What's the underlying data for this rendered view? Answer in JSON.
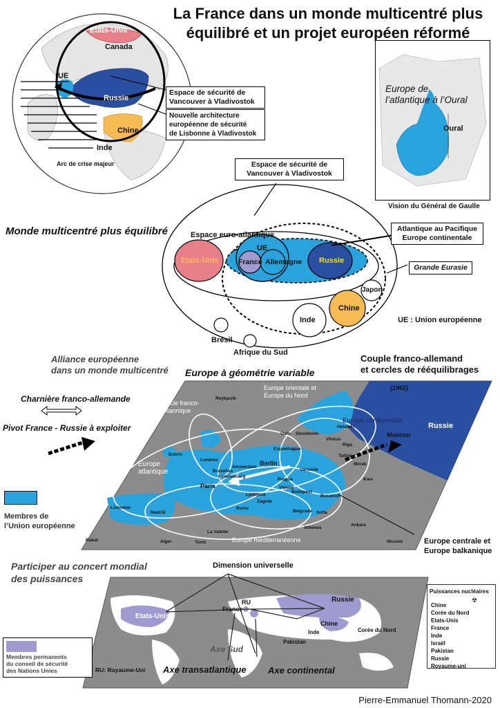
{
  "title_line1": "La France dans un  monde multicentré plus",
  "title_line2": "équilibré et un projet européen réformé",
  "globe": {
    "etats_unis": "Etats-Unis",
    "canada": "Canada",
    "ue": "UE",
    "russie": "Russie",
    "chine": "Chine",
    "inde": "Inde",
    "arc_crise": "Arc de crise majeur",
    "box_vancouver": "Espace de sécurité de Vancouver à Vladivostok",
    "box_lisbonne_l1": "Nouvelle architecture",
    "box_lisbonne_l2": "européenne de sécurité",
    "box_lisbonne_l3": "de Lisbonne à Vladivostok"
  },
  "degaulle": {
    "title_l1": "Europe de",
    "title_l2": "l’atlantique à l’Oural",
    "oural": "Oural",
    "caption": "Vision du Général de Gaulle"
  },
  "multicentre": {
    "heading": "Monde multicentré plus équilibré",
    "box_vancouver_l1": "Espace de sécurité de",
    "box_vancouver_l2": "Vancouver à Vladivostok",
    "box_atlantique_l1": "Atlantique au Pacifique",
    "box_atlantique_l2": "Europe continentale",
    "box_eurasie": "Grande Eurasie",
    "espace_euro": "Espace euro-atlantique",
    "ue": "UE",
    "etats_unis": "Etats-Unis",
    "france": "France",
    "allemagne": "Allemagne",
    "russie": "Russie",
    "japon": "Japon",
    "chine": "Chine",
    "inde": "Inde",
    "bresil": "Brésil",
    "afrique_sud": "Afrique du Sud",
    "ue_legend": "UE : Union européenne"
  },
  "europe_map": {
    "heading_alliance_l1": "Alliance européenne",
    "heading_alliance_l2": "dans un monde multicentré",
    "heading_geometrie": "Europe à géométrie  variable",
    "heading_couple_l1": "Couple franco-allemand",
    "heading_couple_l2": "et cercles de rééquilibrages",
    "charniere": "Charnière franco-allemande",
    "pivot": "Pivot France - Russie à exploiter",
    "legend_ue_l1": "Membres de",
    "legend_ue_l2": "l’Union européenne",
    "year": "(1962)",
    "cercle_l1": "Cercle franco-",
    "cercle_l2": "britannique",
    "europe_orientale_l1": "Europe orientale et",
    "europe_orientale_l2": "Europe du Nord",
    "europe_continentale": "Europe continentale",
    "europe_atlantique_l1": "Europe",
    "europe_atlantique_l2": "atlantique",
    "europe_med": "Europe  méditerranéenne",
    "europe_centrale_l1": "Europe centrale et",
    "europe_centrale_l2": "Europe balkanique",
    "russie": "Russie",
    "cities": [
      "Reykjavik",
      "Oslo",
      "Stockholm",
      "Helsinki",
      "Copenhague",
      "Vilnius",
      "Riga",
      "Tallinn",
      "Moscou",
      "Minsk",
      "Kiev",
      "Dublin",
      "Londres",
      "Amsterdam",
      "Bruxelles",
      "Luxembourg",
      "Berlin",
      "Varsovie",
      "Prague",
      "Paris",
      "Vienne",
      "Budapest",
      "Bucarest",
      "Ljubljana",
      "Zagreb",
      "Belgrade",
      "Sofia",
      "Rome",
      "Madrid",
      "Lisbonne",
      "Athènes",
      "Ankara",
      "Alger",
      "Tunis",
      "La Valette",
      "Rabat",
      "Nicosie"
    ]
  },
  "world_map": {
    "heading_l1": "Participer au concert mondial",
    "heading_l2": "des puissances",
    "dimension": "Dimension universelle",
    "etats_unis": "Etats-Unis",
    "ru": "RU",
    "france": "France",
    "russie": "Russie",
    "chine": "Chine",
    "inde": "Inde",
    "pakistan": "Pakistan",
    "coree": "Corée du Nord",
    "axe_sud": "Axe Sud",
    "axe_transatlantique": "Axe transatlantique",
    "axe_continental": "Axe continental",
    "legend_l1": "Membres permanents",
    "legend_l2": "du conseil de sécurité",
    "legend_l3": "des Nations Unies",
    "ru_note": "RU: Royaume-Uni",
    "nuclear_title": "Puissances nucléaires",
    "nuclear_list": [
      "Chine",
      "Corée du Nord",
      "Etats-Unis",
      "France",
      "Inde",
      "Israël",
      "Pakistan",
      "Russie",
      "Royaume-uni"
    ]
  },
  "credit": "Pierre-Emmanuel Thomann-2020",
  "colors": {
    "ue_blue": "#2aa3dc",
    "russia_blue": "#2b4fa0",
    "usa_red": "#e8808a",
    "china_orange": "#f6bb55",
    "gray_map": "#8c8c8c",
    "purple": "#9f9ad0"
  }
}
